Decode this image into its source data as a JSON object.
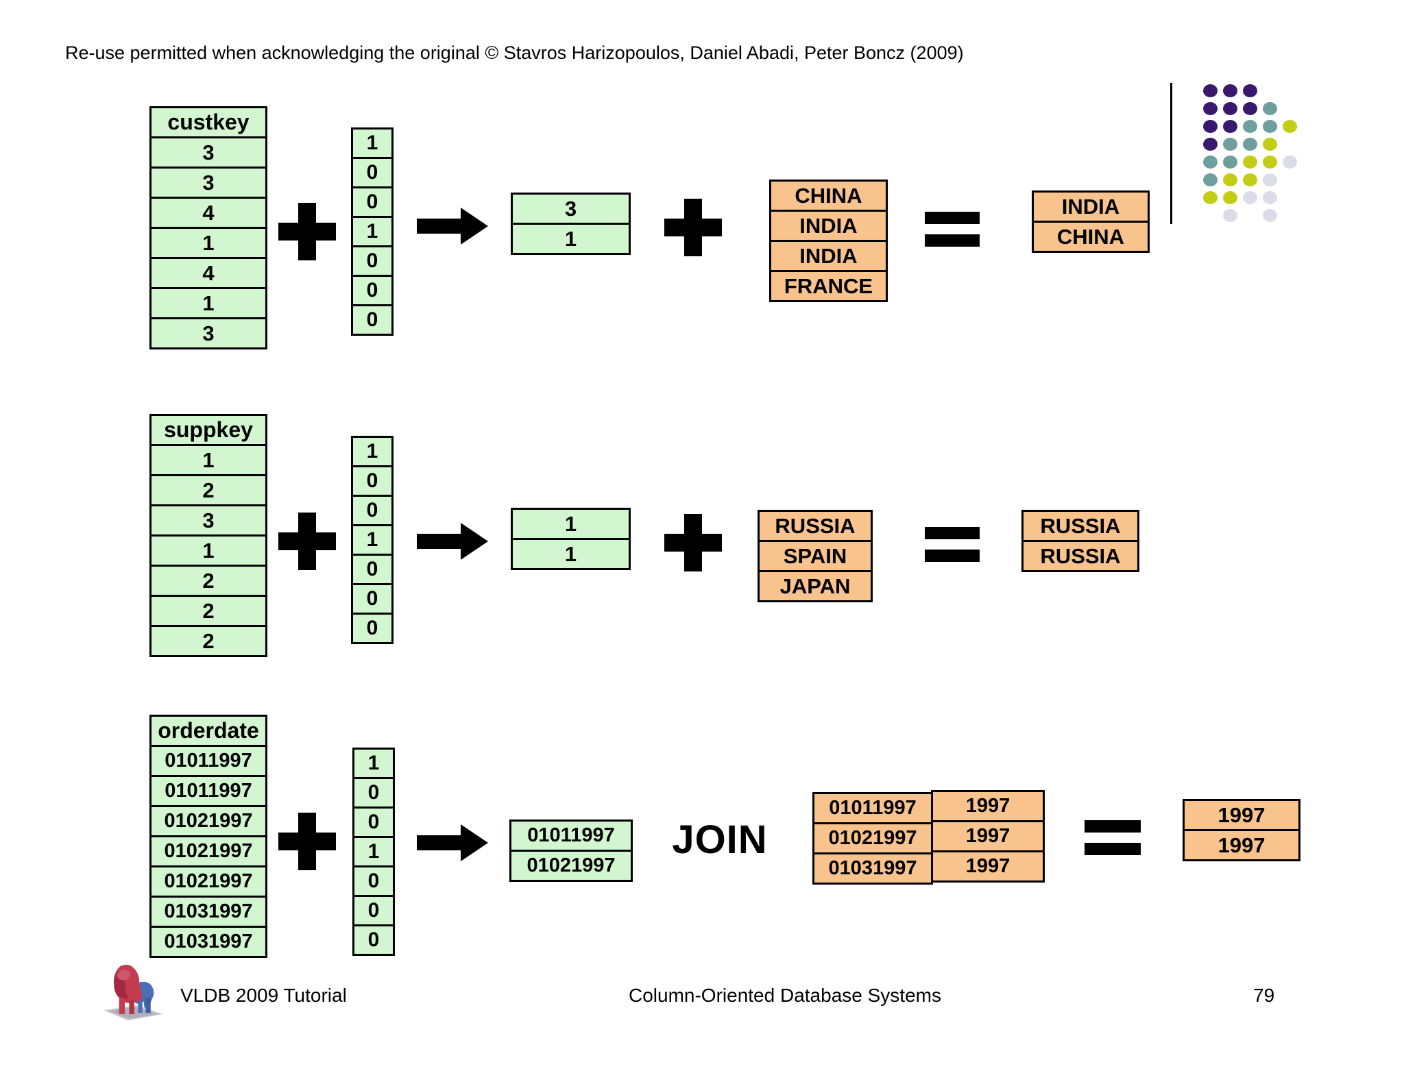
{
  "header": {
    "copyright": "Re-use permitted when acknowledging the original © Stavros Harizopoulos, Daniel Abadi, Peter Boncz (2009)"
  },
  "colors": {
    "cell_green": "#d2f7d0",
    "cell_orange": "#f9c38e",
    "dot_purple": "#38196e",
    "dot_teal": "#6e9e9e",
    "dot_yellow": "#c2ce16",
    "dot_gray": "#dcdce8"
  },
  "row1": {
    "column": {
      "header": "custkey",
      "values": [
        "3",
        "3",
        "4",
        "1",
        "4",
        "1",
        "3"
      ]
    },
    "bitmap": [
      "1",
      "0",
      "0",
      "1",
      "0",
      "0",
      "0"
    ],
    "selected": [
      "3",
      "1"
    ],
    "dictionary": [
      "CHINA",
      "INDIA",
      "INDIA",
      "FRANCE"
    ],
    "result": [
      "INDIA",
      "CHINA"
    ]
  },
  "row2": {
    "column": {
      "header": "suppkey",
      "values": [
        "1",
        "2",
        "3",
        "1",
        "2",
        "2",
        "2"
      ]
    },
    "bitmap": [
      "1",
      "0",
      "0",
      "1",
      "0",
      "0",
      "0"
    ],
    "selected": [
      "1",
      "1"
    ],
    "dictionary": [
      "RUSSIA",
      "SPAIN",
      "JAPAN"
    ],
    "result": [
      "RUSSIA",
      "RUSSIA"
    ]
  },
  "row3": {
    "column": {
      "header": "orderdate",
      "values": [
        "01011997",
        "01011997",
        "01021997",
        "01021997",
        "01021997",
        "01031997",
        "01031997"
      ]
    },
    "bitmap": [
      "1",
      "0",
      "0",
      "1",
      "0",
      "0",
      "0"
    ],
    "selected": [
      "01011997",
      "01021997"
    ],
    "join_label": "JOIN",
    "join_table": {
      "rows": [
        [
          "01011997",
          "1997"
        ],
        [
          "01021997",
          "1997"
        ],
        [
          "01031997",
          "1997"
        ]
      ]
    },
    "result": [
      "1997",
      "1997"
    ]
  },
  "decoration": {
    "dots": [
      [
        "p",
        "p",
        "p",
        null,
        null
      ],
      [
        "p",
        "p",
        "p",
        "t",
        null
      ],
      [
        "p",
        "p",
        "t",
        "t",
        "y"
      ],
      [
        "p",
        "t",
        "t",
        "y",
        null
      ],
      [
        "t",
        "t",
        "y",
        "y",
        "g"
      ],
      [
        "t",
        "y",
        "y",
        "g",
        null
      ],
      [
        "y",
        "y",
        "g",
        "g",
        null
      ],
      [
        null,
        "g",
        null,
        "g",
        null
      ]
    ]
  },
  "footer": {
    "left": "VLDB 2009 Tutorial",
    "center": "Column-Oriented Database Systems",
    "page": "79"
  }
}
